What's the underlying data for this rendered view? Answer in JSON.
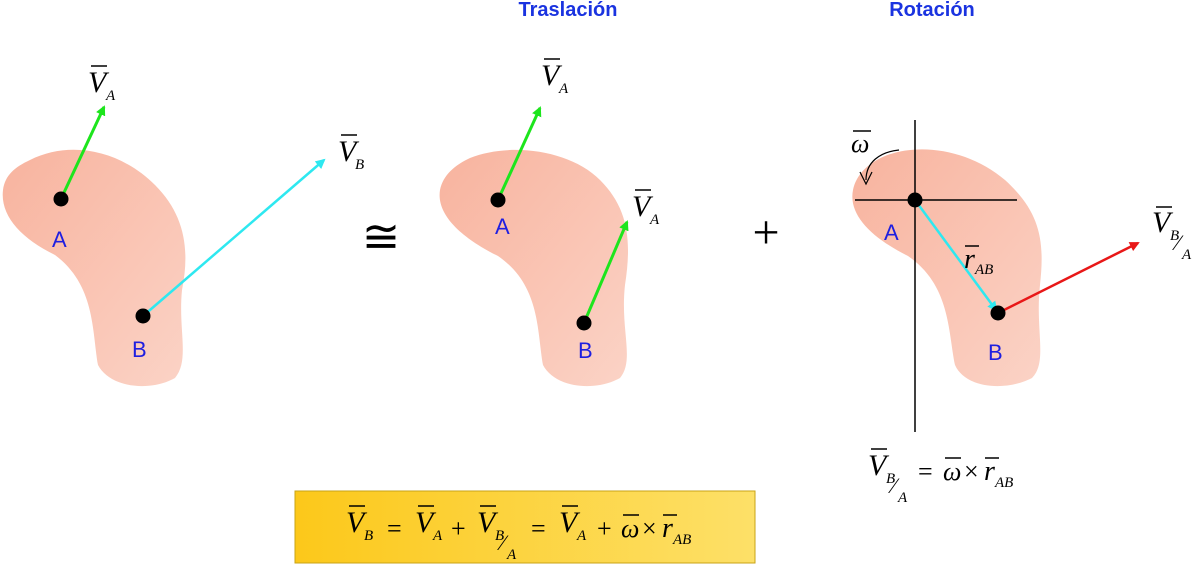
{
  "titles": {
    "translation": "Traslación",
    "rotation": "Rotación"
  },
  "points": {
    "a": "A",
    "b": "B"
  },
  "symbols": {
    "V": "V",
    "r": "r",
    "omega": "ω",
    "sub_a": "A",
    "sub_b": "B",
    "sub_ab": "AB",
    "approx": "≅",
    "plus": "+",
    "equals": "=",
    "times": "×",
    "slash": "⁄"
  },
  "colors": {
    "body": "#f7b8a5",
    "velocity_a": "#1de51d",
    "velocity_b": "#2ee8f0",
    "r_ab": "#2ee8f0",
    "velocity_b_rel_a": "#e81818",
    "title": "#1a33e0",
    "point_label": "#1f1fe0",
    "formula_box": "#fccf2e"
  }
}
